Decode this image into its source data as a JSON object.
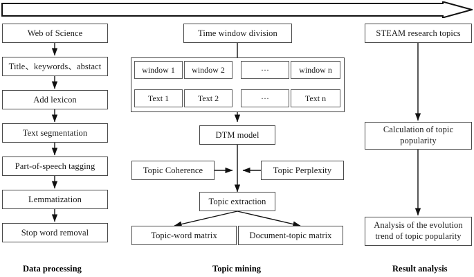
{
  "figure": {
    "kind": "flowchart",
    "top_banner_arrow": {
      "name": "process-direction-arrow",
      "direction": "left-to-right"
    }
  },
  "columns": [
    {
      "id": "data-processing",
      "label": "Data processing",
      "nodes": [
        {
          "id": "web-of-science",
          "text": "Web of Science"
        },
        {
          "id": "title-keywords-abstact",
          "text": "Title、keywords、abstact"
        },
        {
          "id": "add-lexicon",
          "text": "Add lexicon"
        },
        {
          "id": "text-segmentation",
          "text": "Text segmentation"
        },
        {
          "id": "part-of-speech-tagging",
          "text": "Part-of-speech tagging"
        },
        {
          "id": "lemmatization",
          "text": "Lemmatization"
        },
        {
          "id": "stop-word-removal",
          "text": "Stop word removal"
        }
      ]
    },
    {
      "id": "topic-mining",
      "label": "Topic mining",
      "nodes": [
        {
          "id": "time-window-division",
          "text": "Time window division"
        },
        {
          "id": "dtm-model",
          "text": "DTM model"
        },
        {
          "id": "topic-coherence",
          "text": "Topic Coherence"
        },
        {
          "id": "topic-perplexity",
          "text": "Topic Perplexity"
        },
        {
          "id": "topic-extraction",
          "text": "Topic extraction"
        },
        {
          "id": "topic-word-matrix",
          "text": "Topic-word matrix"
        },
        {
          "id": "document-topic-matrix",
          "text": "Document-topic matrix"
        }
      ],
      "window_row": [
        "window 1",
        "window 2",
        "···",
        "window n"
      ],
      "text_row": [
        "Text 1",
        "Text 2",
        "···",
        "Text n"
      ]
    },
    {
      "id": "result-analysis",
      "label": "Result analysis",
      "nodes": [
        {
          "id": "steam-research-topics",
          "text": "STEAM research topics"
        },
        {
          "id": "calculation-of-topic-popularity",
          "text": "Calculation of topic popularity"
        },
        {
          "id": "analysis-of-evolution-trend",
          "text": "Analysis of the evolution trend of topic popularity"
        }
      ]
    }
  ],
  "colors": {
    "stroke": "#4a4a4a",
    "arrow": "#111111",
    "background": "#ffffff",
    "text": "#1a1a1a"
  }
}
